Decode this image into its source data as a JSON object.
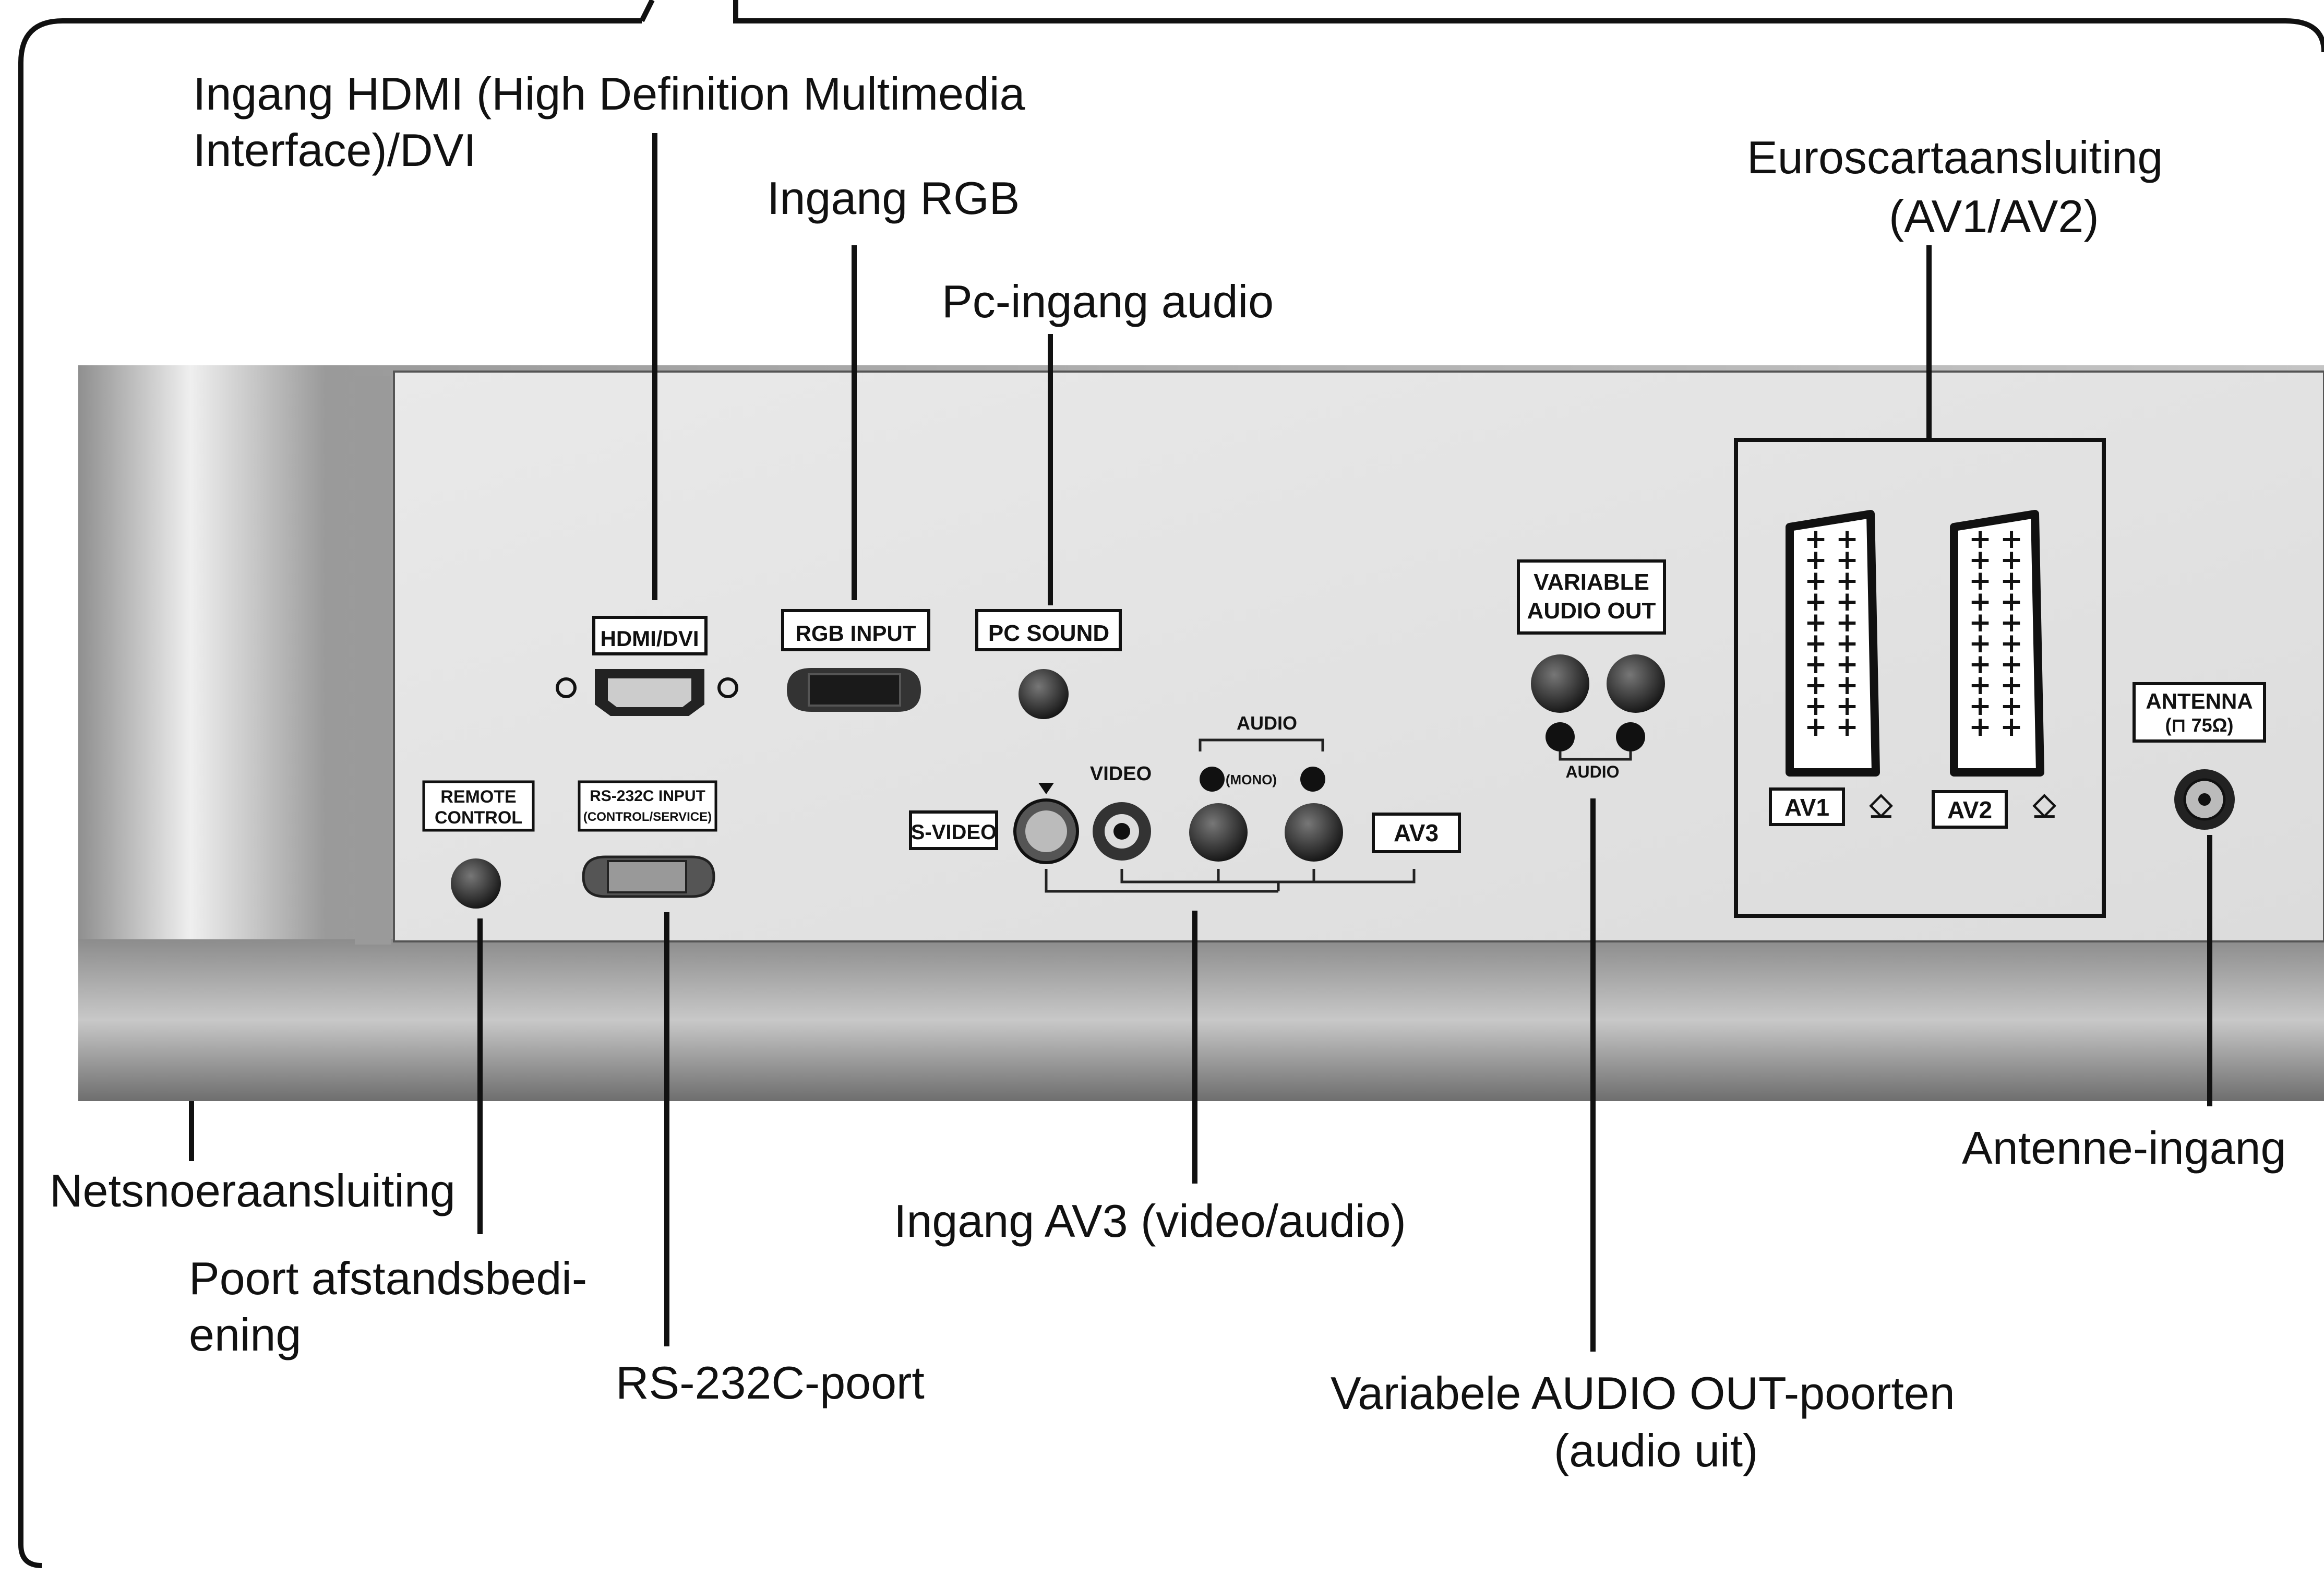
{
  "callouts": {
    "hdmi": [
      "Ingang HDMI (High Definition Multimedia",
      "Interface)/DVI"
    ],
    "rgb": [
      "Ingang RGB"
    ],
    "pc_audio": [
      "Pc-ingang audio"
    ],
    "euroscart": [
      "Euroscartaansluiting",
      "(AV1/AV2)"
    ],
    "power": [
      "Netsnoeraansluiting"
    ],
    "remote": [
      "Poort afstandsbedi-",
      "ening"
    ],
    "rs232": [
      "RS-232C-poort"
    ],
    "av3": [
      "Ingang AV3 (video/audio)"
    ],
    "audio_out": [
      "Variabele AUDIO OUT-poorten",
      "(audio uit)"
    ],
    "antenna": [
      "Antenne-ingang"
    ]
  },
  "panel": {
    "hdmi_dvi": "HDMI/DVI",
    "rgb_input": "RGB INPUT",
    "pc_sound": "PC SOUND",
    "variable_audio_out": [
      "VARIABLE",
      "AUDIO OUT"
    ],
    "audio_small": "AUDIO",
    "remote_control": [
      "REMOTE",
      "CONTROL"
    ],
    "rs232c_input": [
      "RS-232C INPUT",
      "(CONTROL/SERVICE)"
    ],
    "s_video": "S-VIDEO",
    "video": "VIDEO",
    "audio_top": "AUDIO",
    "mono": "(MONO)",
    "av3": "AV3",
    "av1": "AV1",
    "av2": "AV2",
    "antenna": [
      "ANTENNA",
      "(⊓ 75Ω)"
    ]
  }
}
